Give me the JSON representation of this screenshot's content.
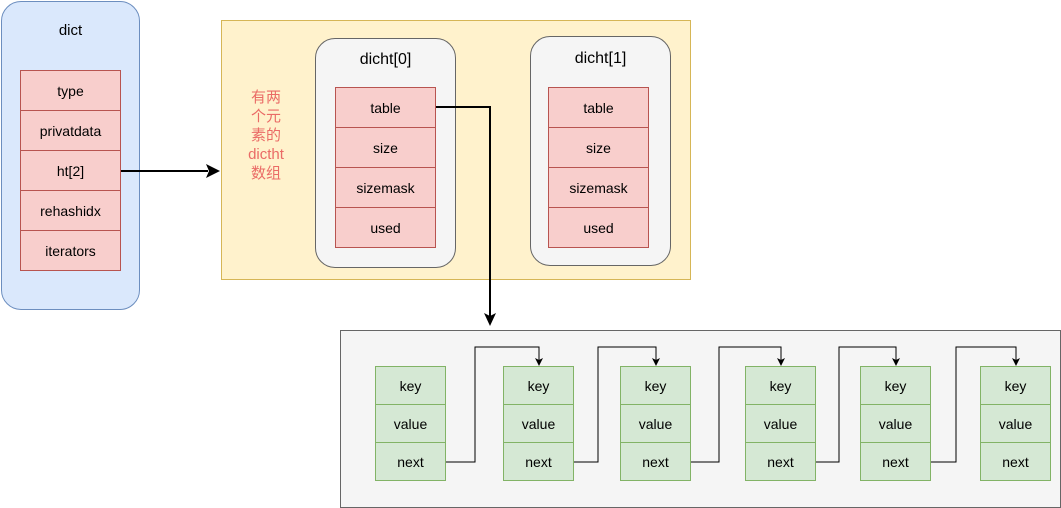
{
  "dict": {
    "title": "dict",
    "fields": [
      "type",
      "privatdata",
      "ht[2]",
      "rehashidx",
      "iterators"
    ]
  },
  "note": {
    "lines": [
      "有两",
      "个元",
      "素的",
      "dictht",
      "数组"
    ]
  },
  "dictht": [
    {
      "title": "dicht[0]",
      "fields": [
        "table",
        "size",
        "sizemask",
        "used"
      ]
    },
    {
      "title": "dicht[1]",
      "fields": [
        "table",
        "size",
        "sizemask",
        "used"
      ]
    }
  ],
  "entries": [
    {
      "fields": [
        "key",
        "value",
        "next"
      ]
    },
    {
      "fields": [
        "key",
        "value",
        "next"
      ]
    },
    {
      "fields": [
        "key",
        "value",
        "next"
      ]
    },
    {
      "fields": [
        "key",
        "value",
        "next"
      ]
    },
    {
      "fields": [
        "key",
        "value",
        "next"
      ]
    },
    {
      "fields": [
        "key",
        "value",
        "next"
      ]
    }
  ],
  "colors": {
    "dict_fill": "#dae8fc",
    "dict_stroke": "#6c8ebf",
    "field_fill": "#f8cecc",
    "field_stroke": "#b85450",
    "array_fill": "#fff2cc",
    "array_stroke": "#d6b656",
    "entry_fill": "#d5e8d4",
    "entry_stroke": "#82b366",
    "note_text": "#ea6b66",
    "container_fill": "#f5f5f5",
    "container_stroke": "#666666"
  }
}
